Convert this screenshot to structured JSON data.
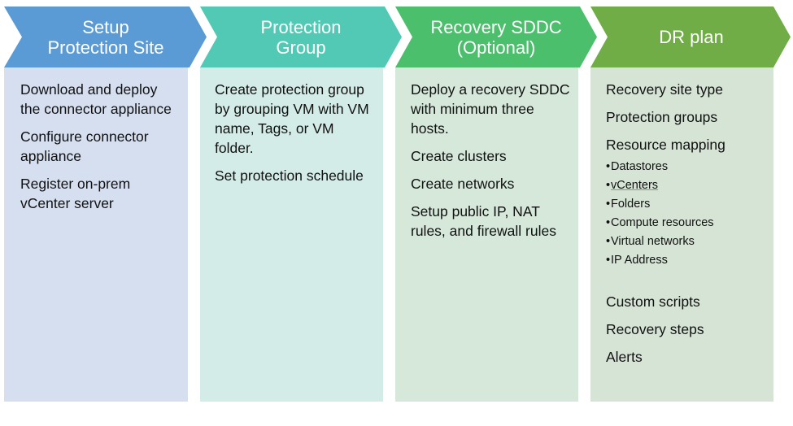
{
  "steps": [
    {
      "title": "Setup Protection Site",
      "title_lines": [
        "Setup",
        "Protection Site"
      ],
      "header_color": "#5b9bd5",
      "body_color": "#d6dff0",
      "items": [
        "Download and deploy the connector appliance",
        "Configure connector appliance",
        "Register on-prem vCenter server"
      ]
    },
    {
      "title": "Protection Group",
      "title_lines": [
        "Protection",
        "Group"
      ],
      "header_color": "#52c9b5",
      "body_color": "#d4ece7",
      "items": [
        "Create protection group by grouping VM with VM name, Tags, or VM folder.",
        "Set protection schedule"
      ]
    },
    {
      "title": "Recovery SDDC (Optional)",
      "title_lines": [
        "Recovery SDDC",
        "(Optional)"
      ],
      "header_color": "#4bbf6b",
      "body_color": "#d5e8da",
      "items": [
        "Deploy a recovery SDDC with minimum three hosts.",
        "Create clusters",
        "Create networks",
        "Setup public IP, NAT rules, and firewall rules"
      ]
    },
    {
      "title": "DR plan",
      "title_lines": [
        "DR plan"
      ],
      "header_color": "#70ad47",
      "body_color": "#d6e4d5",
      "items_top": [
        "Recovery site type",
        "Protection groups",
        "Resource mapping"
      ],
      "sub_items": [
        "Datastores",
        "vCenters",
        "Folders",
        "Compute resources",
        "Virtual networks",
        "IP Address"
      ],
      "items_bottom": [
        "Custom scripts",
        "Recovery steps",
        "Alerts"
      ]
    }
  ],
  "bullet_glyph": "•"
}
